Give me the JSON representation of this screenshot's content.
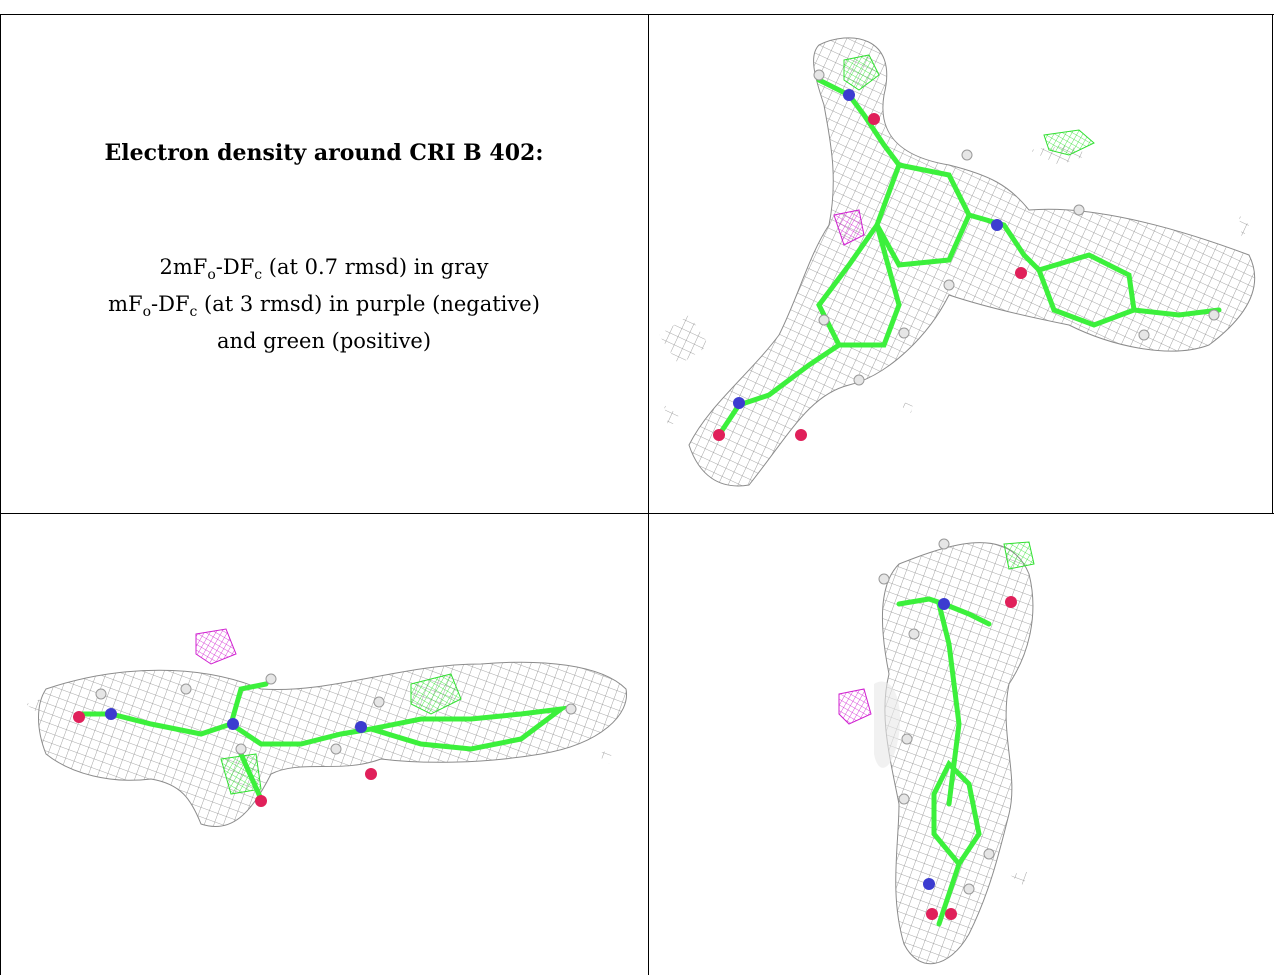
{
  "caption": {
    "title": "Electron density around CRI B 402:",
    "line1_prefix": "2mF",
    "line1_sub1": "o",
    "line1_mid": "-DF",
    "line1_sub2": "c",
    "line1_suffix": " (at 0.7 rmsd) in gray",
    "line2_prefix": "mF",
    "line2_sub1": "o",
    "line2_mid": "-DF",
    "line2_sub2": "c",
    "line2_suffix": " (at 3 rmsd) in purple (negative)",
    "line3": "and green (positive)"
  },
  "colors": {
    "mesh_gray": "#8c8c8c",
    "carbon_green": "#3cf03c",
    "nitrogen_blue": "#3c3cd0",
    "oxygen_red": "#e0205a",
    "hydrogen_white": "#e6e6e6",
    "negative_purple": "#d020d0",
    "positive_green": "#30e030"
  },
  "panels": [
    {
      "view": "top-right",
      "description_icon": "molecule-density-render"
    },
    {
      "view": "bottom-left",
      "description_icon": "molecule-density-render"
    },
    {
      "view": "bottom-right",
      "description_icon": "molecule-density-render"
    }
  ]
}
